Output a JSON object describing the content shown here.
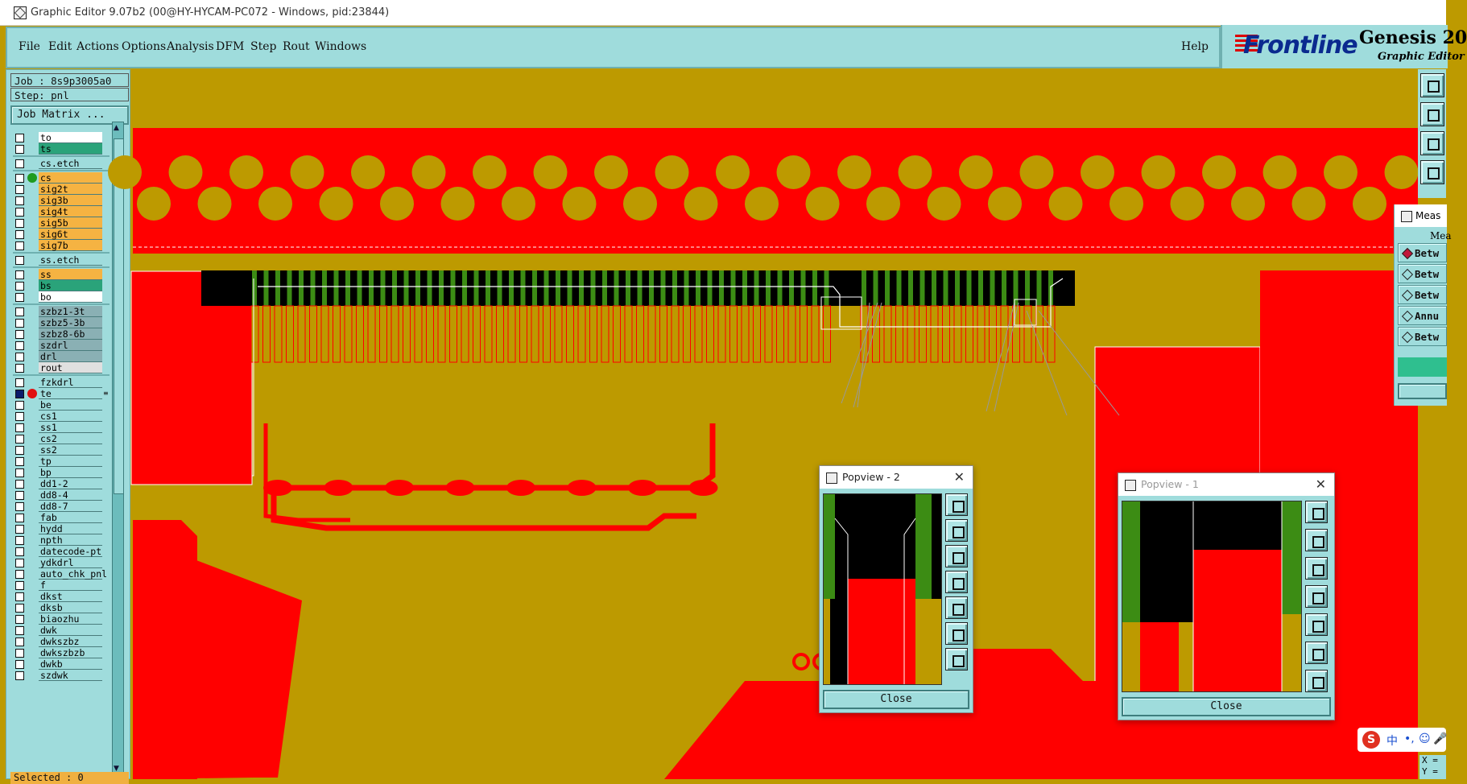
{
  "window": {
    "title": "Graphic Editor 9.07b2 (00@HY-HYCAM-PC072 - Windows, pid:23844)"
  },
  "menu": {
    "items": [
      "File",
      "Edit",
      "Actions",
      "Options",
      "Analysis",
      "DFM",
      "Step",
      "Rout",
      "Windows"
    ],
    "help": "Help"
  },
  "brand": {
    "logo": "Frontline",
    "product": "Genesis 20",
    "subtitle": "Graphic Editor"
  },
  "job": {
    "job_label": "Job : 8s9p3005a0",
    "step_label": "Step: pnl",
    "job_matrix_button": "Job Matrix ..."
  },
  "layers": [
    {
      "name": "to",
      "color": "#ffffff",
      "group": 0
    },
    {
      "name": "ts",
      "color": "#2aa37a",
      "group": 0
    },
    {
      "name": "cs.etch",
      "color": "#9fdcdc",
      "group": 1
    },
    {
      "name": "cs",
      "color": "#f5b342",
      "group": 2,
      "dot": "#1f9b1f"
    },
    {
      "name": "sig2t",
      "color": "#f5b342",
      "group": 2
    },
    {
      "name": "sig3b",
      "color": "#f5b342",
      "group": 2
    },
    {
      "name": "sig4t",
      "color": "#f5b342",
      "group": 2
    },
    {
      "name": "sig5b",
      "color": "#f5b342",
      "group": 2
    },
    {
      "name": "sig6t",
      "color": "#f5b342",
      "group": 2
    },
    {
      "name": "sig7b",
      "color": "#f5b342",
      "group": 2
    },
    {
      "name": "ss.etch",
      "color": "#9fdcdc",
      "group": 3
    },
    {
      "name": "ss",
      "color": "#f5b342",
      "group": 4
    },
    {
      "name": "bs",
      "color": "#2aa37a",
      "group": 4
    },
    {
      "name": "bo",
      "color": "#ffffff",
      "group": 4
    },
    {
      "name": "szbz1-3t",
      "color": "#8ab0b4",
      "group": 5
    },
    {
      "name": "szbz5-3b",
      "color": "#8ab0b4",
      "group": 5
    },
    {
      "name": "szbz8-6b",
      "color": "#8ab0b4",
      "group": 5
    },
    {
      "name": "szdrl",
      "color": "#8ab0b4",
      "group": 5
    },
    {
      "name": "drl",
      "color": "#8ab0b4",
      "group": 5
    },
    {
      "name": "rout",
      "color": "#e0e0e0",
      "group": 5
    },
    {
      "name": "fzkdrl",
      "color": "#9fdcdc",
      "group": 6
    },
    {
      "name": "te",
      "color": "#9fdcdc",
      "group": 6,
      "dot": "#e01010",
      "dark": true,
      "hint": "≡"
    },
    {
      "name": "be",
      "color": "#9fdcdc",
      "group": 6
    },
    {
      "name": "cs1",
      "color": "#9fdcdc",
      "group": 6
    },
    {
      "name": "ss1",
      "color": "#9fdcdc",
      "group": 6
    },
    {
      "name": "cs2",
      "color": "#9fdcdc",
      "group": 6
    },
    {
      "name": "ss2",
      "color": "#9fdcdc",
      "group": 6
    },
    {
      "name": "tp",
      "color": "#9fdcdc",
      "group": 6
    },
    {
      "name": "bp",
      "color": "#9fdcdc",
      "group": 6
    },
    {
      "name": "dd1-2",
      "color": "#9fdcdc",
      "group": 6
    },
    {
      "name": "dd8-4",
      "color": "#9fdcdc",
      "group": 6
    },
    {
      "name": "dd8-7",
      "color": "#9fdcdc",
      "group": 6
    },
    {
      "name": "fab",
      "color": "#9fdcdc",
      "group": 6
    },
    {
      "name": "hydd",
      "color": "#9fdcdc",
      "group": 6
    },
    {
      "name": "npth",
      "color": "#9fdcdc",
      "group": 6
    },
    {
      "name": "datecode-pt",
      "color": "#9fdcdc",
      "group": 6
    },
    {
      "name": "ydkdrl",
      "color": "#9fdcdc",
      "group": 6
    },
    {
      "name": "auto_chk_pnl",
      "color": "#9fdcdc",
      "group": 6
    },
    {
      "name": "f",
      "color": "#9fdcdc",
      "group": 6
    },
    {
      "name": "dkst",
      "color": "#9fdcdc",
      "group": 6
    },
    {
      "name": "dksb",
      "color": "#9fdcdc",
      "group": 6
    },
    {
      "name": "biaozhu",
      "color": "#9fdcdc",
      "group": 6
    },
    {
      "name": "dwk",
      "color": "#9fdcdc",
      "group": 6
    },
    {
      "name": "dwkszbz",
      "color": "#9fdcdc",
      "group": 6
    },
    {
      "name": "dwkszbzb",
      "color": "#9fdcdc",
      "group": 6
    },
    {
      "name": "dwkb",
      "color": "#9fdcdc",
      "group": 6
    },
    {
      "name": "szdwk",
      "color": "#9fdcdc",
      "group": 6
    }
  ],
  "status": {
    "selected": "Selected : 0"
  },
  "popview2": {
    "title": "Popview - 2",
    "close": "Close",
    "close_x": "✕"
  },
  "popview1": {
    "title": "Popview - 1",
    "close": "Close",
    "close_x": "✕"
  },
  "measure": {
    "title": "Meas",
    "header": "Mea",
    "options": [
      {
        "label": "Betw",
        "selected": true
      },
      {
        "label": "Betw",
        "selected": false
      },
      {
        "label": "Betw",
        "selected": false
      },
      {
        "label": "Annu",
        "selected": false
      },
      {
        "label": "Betw",
        "selected": false
      }
    ]
  },
  "ime": {
    "logo": "S",
    "lang": "中",
    "punct": "•,",
    "emoji": "☺",
    "mic": "🎤"
  },
  "coords": {
    "x": "X =",
    "y": "Y ="
  },
  "colors": {
    "board": "#bd9a00",
    "copper": "#ff0000",
    "panel": "#9fdcdc",
    "black": "#000000",
    "trace_green": "#3c8c14"
  }
}
